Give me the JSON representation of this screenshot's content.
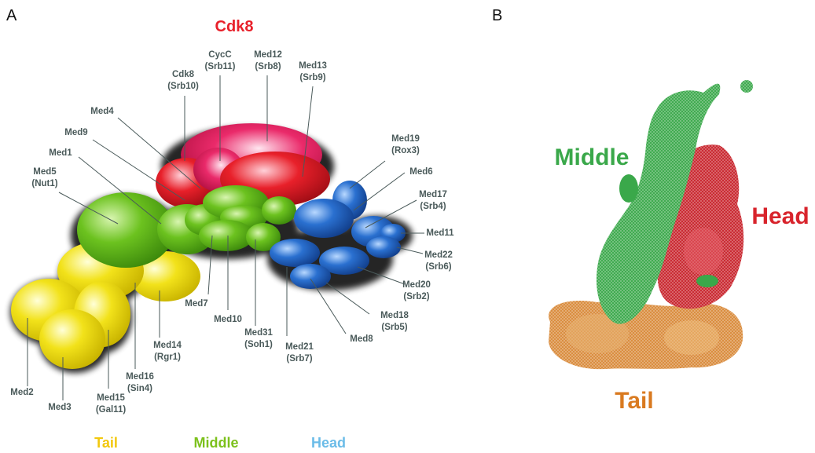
{
  "panels": {
    "a": "A",
    "b": "B"
  },
  "module_title": "Cdk8",
  "legend": {
    "tail": "Tail",
    "middle": "Middle",
    "head": "Head"
  },
  "panel_b_labels": {
    "middle": "Middle",
    "head": "Head",
    "tail": "Tail"
  },
  "colors": {
    "cdk8": "#e8202a",
    "tail": "#f2e21a",
    "middle": "#6cc21f",
    "head": "#2a70d0",
    "legend_tail": "#f2c80e",
    "legend_middle": "#7cc11c",
    "legend_head": "#6bbce8",
    "b_middle": "#3aa84a",
    "b_head": "#d8242c",
    "b_tail": "#d97a20"
  },
  "subunits": {
    "cdk8": [
      "Cdk8",
      "(Srb10)"
    ],
    "cycc": [
      "CycC",
      "(Srb11)"
    ],
    "med12": [
      "Med12",
      "(Srb8)"
    ],
    "med13": [
      "Med13",
      "(Srb9)"
    ],
    "med4": [
      "Med4"
    ],
    "med9": [
      "Med9"
    ],
    "med1": [
      "Med1"
    ],
    "med5": [
      "Med5",
      "(Nut1)"
    ],
    "med19": [
      "Med19",
      "(Rox3)"
    ],
    "med6": [
      "Med6"
    ],
    "med17": [
      "Med17",
      "(Srb4)"
    ],
    "med11": [
      "Med11"
    ],
    "med22": [
      "Med22",
      "(Srb6)"
    ],
    "med20": [
      "Med20",
      "(Srb2)"
    ],
    "med18": [
      "Med18",
      "(Srb5)"
    ],
    "med8": [
      "Med8"
    ],
    "med21": [
      "Med21",
      "(Srb7)"
    ],
    "med31": [
      "Med31",
      "(Soh1)"
    ],
    "med10": [
      "Med10"
    ],
    "med7": [
      "Med7"
    ],
    "med14": [
      "Med14",
      "(Rgr1)"
    ],
    "med16": [
      "Med16",
      "(Sin4)"
    ],
    "med15": [
      "Med15",
      "(Gal11)"
    ],
    "med3": [
      "Med3"
    ],
    "med2": [
      "Med2"
    ]
  }
}
